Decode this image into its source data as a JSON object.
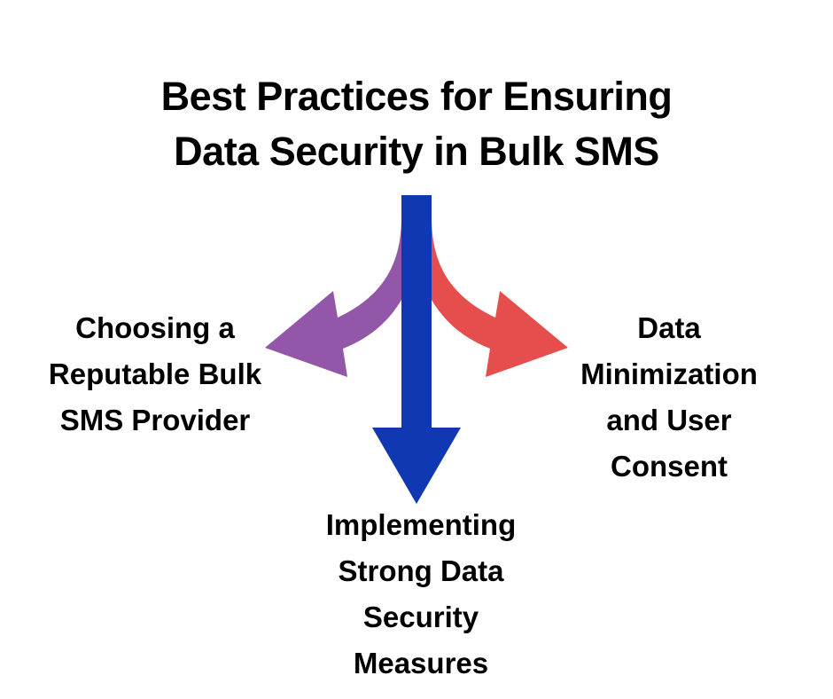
{
  "title": {
    "lines": [
      "Best Practices for Ensuring",
      "Data Security in Bulk SMS"
    ]
  },
  "branches": [
    {
      "id": "left",
      "direction": "left",
      "color": "#9257A8",
      "lines": [
        "Choosing a",
        "Reputable Bulk",
        "SMS Provider"
      ]
    },
    {
      "id": "bottom",
      "direction": "down",
      "color": "#1038B3",
      "lines": [
        "Implementing",
        "Strong Data",
        "Security",
        "Measures"
      ]
    },
    {
      "id": "right",
      "direction": "right",
      "color": "#E64E4E",
      "lines": [
        "Data",
        "Minimization",
        "and User",
        "Consent"
      ]
    }
  ],
  "colors": {
    "background": "#FFFFFF",
    "text": "#000000",
    "purple_arrow": "#9257A8",
    "blue_arrow": "#1038B3",
    "red_arrow": "#E64E4E"
  }
}
